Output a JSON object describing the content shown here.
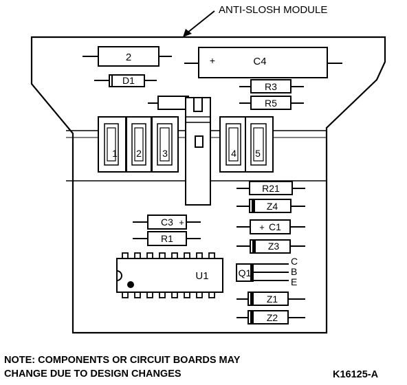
{
  "title": "ANTI-SLOSH MODULE",
  "components": {
    "u1": "U1",
    "q1": "Q1",
    "q1_pins": {
      "c": "C",
      "b": "B",
      "e": "E"
    },
    "c4": "C4",
    "c4_pol": "+",
    "c3": "C3",
    "c3_pol": "+",
    "c1": "C1",
    "c1_pol": "+",
    "d1": "D1",
    "r1": "R1",
    "r3": "R3",
    "r5": "R5",
    "r21": "R21",
    "z1": "Z1",
    "z2": "Z2",
    "z3": "Z3",
    "z4": "Z4",
    "part2": "2"
  },
  "connector_pins": [
    "1",
    "2",
    "3",
    "4",
    "5"
  ],
  "note": {
    "line1": "NOTE: COMPONENTS OR CIRCUIT BOARDS MAY",
    "line2": "CHANGE DUE TO DESIGN CHANGES"
  },
  "figure_id": "K16125-A"
}
